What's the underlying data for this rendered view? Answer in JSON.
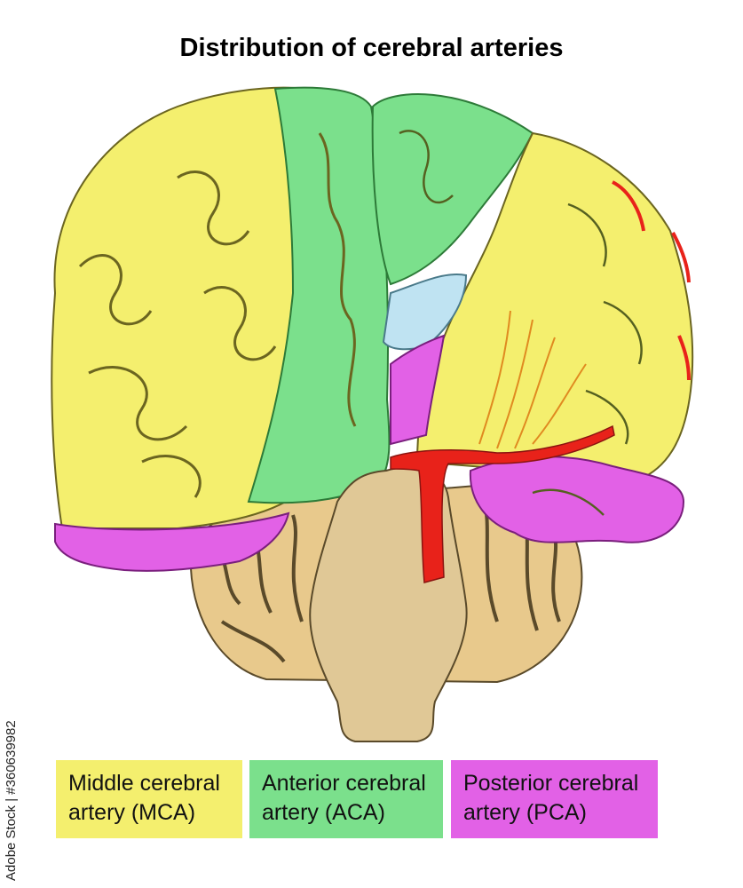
{
  "title": "Distribution of cerebral arteries",
  "colors": {
    "mca": "#F4EF6E",
    "aca": "#7BE08C",
    "pca": "#E261E6",
    "mca_dark": "#DDD34A",
    "aca_dark": "#3DB84F",
    "pca_dark": "#C233C6",
    "artery": "#E8221A",
    "brainstem": "#E0C896",
    "cerebellum": "#E8C98C",
    "ventricle": "#BFE3F2"
  },
  "legend": [
    {
      "key": "mca",
      "line1": "Middle cerebral",
      "line2": "artery (MCA)"
    },
    {
      "key": "aca",
      "line1": "Anterior cerebral",
      "line2": "artery (ACA)"
    },
    {
      "key": "pca",
      "line1": "Posterior cerebral",
      "line2": "artery (PCA)"
    }
  ],
  "stock_id": "Adobe Stock | #360639982"
}
